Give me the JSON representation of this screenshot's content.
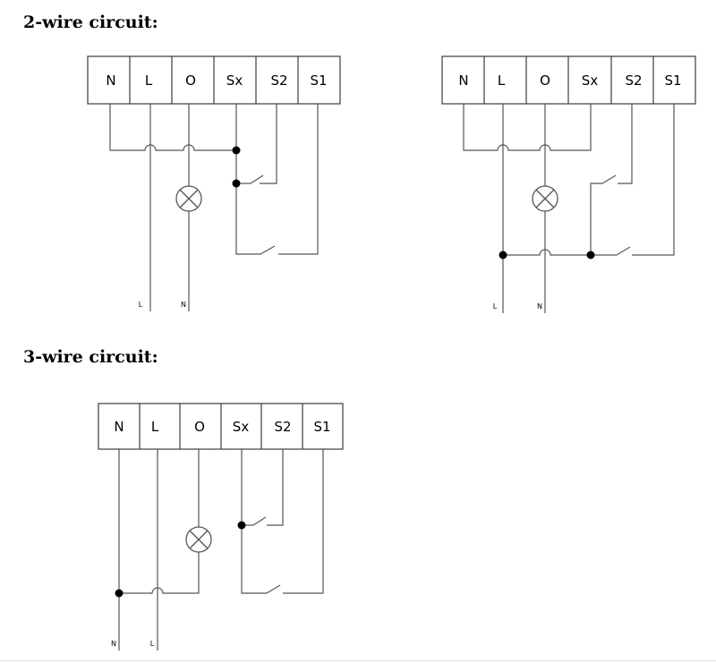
{
  "headings": {
    "two_wire": "2-wire circuit:",
    "three_wire": "3-wire circuit:"
  },
  "terminals": [
    "N",
    "L",
    "O",
    "Sx",
    "S2",
    "S1"
  ],
  "lead_labels": {
    "line": "L",
    "neutral": "N"
  },
  "icons": {
    "lamp": "lamp-icon",
    "switch": "switch-icon",
    "junction": "junction-dot"
  },
  "colors": {
    "wire": "#555555",
    "terminal_border": "#4a4a4a",
    "junction": "#000000"
  }
}
